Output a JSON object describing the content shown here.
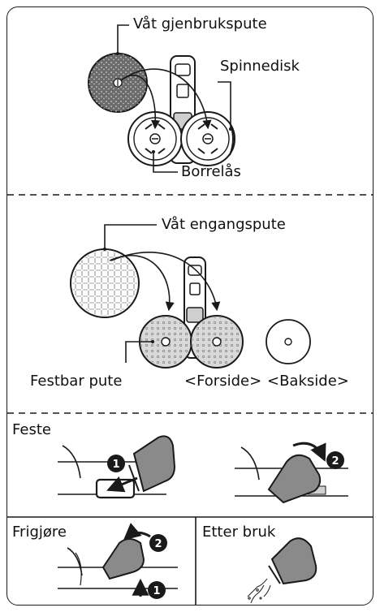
{
  "section1": {
    "wet_reusable_pad_label": "Våt gjenbrukspute",
    "spin_disc_label": "Spinnedisk",
    "velcro_label": "Borrelås"
  },
  "section2": {
    "wet_disposable_pad_label": "Våt engangspute",
    "attachable_pad_label": "Festbar pute",
    "front_label": "<Forside>",
    "back_label": "<Bakside>"
  },
  "section3": {
    "attach_header": "Feste",
    "step1": "1",
    "step2": "2"
  },
  "section4": {
    "release_header": "Frigjøre",
    "after_use_header": "Etter bruk",
    "step1": "1",
    "step2": "2"
  },
  "colors": {
    "line": "#1a1a1a",
    "pad_gray": "#6b6b6b",
    "dark_gray": "#8a8a8a",
    "light_gray": "#d9d9d9"
  }
}
